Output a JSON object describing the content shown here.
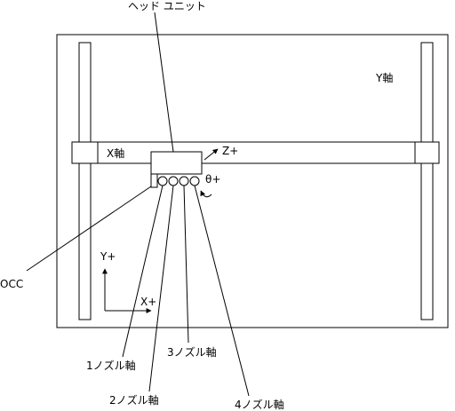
{
  "labels": {
    "head_unit": "ヘッド ユニット",
    "y_axis": "Y軸",
    "x_axis": "X軸",
    "z_plus": "Z+",
    "theta_plus": "θ+",
    "occ": "OCC",
    "y_plus": "Y+",
    "x_plus": "X+",
    "nozzle_1": "1ノズル軸",
    "nozzle_2": "2ノズル軸",
    "nozzle_3": "3ノズル軸",
    "nozzle_4": "4ノズル軸"
  }
}
